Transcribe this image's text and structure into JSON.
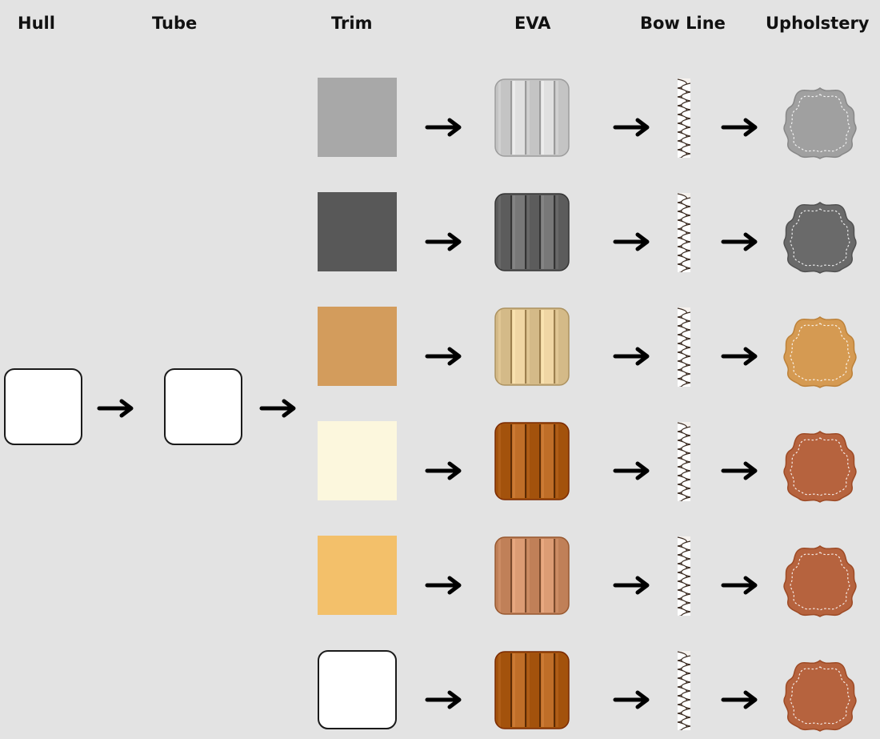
{
  "headers": {
    "hull": "Hull",
    "tube": "Tube",
    "trim": "Trim",
    "eva": "EVA",
    "bow_line": "Bow Line",
    "upholstery": "Upholstery"
  },
  "options": [
    {
      "trim_color": "#a8a8a8",
      "trim_style": "filled",
      "eva_color": "#c4c4c4",
      "eva_groove": "#9a9a9a",
      "leather_color": "#a0a0a0"
    },
    {
      "trim_color": "#585858",
      "trim_style": "filled",
      "eva_color": "#5c5c5c",
      "eva_groove": "#333333",
      "leather_color": "#6a6a6a"
    },
    {
      "trim_color": "#d39c5c",
      "trim_style": "filled",
      "eva_color": "#d4ba88",
      "eva_groove": "#9c7f4e",
      "leather_color": "#d59a52"
    },
    {
      "trim_color": "#fcf7dd",
      "trim_style": "filled",
      "eva_color": "#a3520c",
      "eva_groove": "#5a2a04",
      "leather_color": "#b6633e"
    },
    {
      "trim_color": "#f3c06a",
      "trim_style": "filled",
      "eva_color": "#c08058",
      "eva_groove": "#7a4a2c",
      "leather_color": "#b6633e"
    },
    {
      "trim_color": "#ffffff",
      "trim_style": "outlined",
      "eva_color": "#a3520c",
      "eva_groove": "#5a2a04",
      "leather_color": "#b6633e"
    }
  ],
  "icons": {
    "arrow": "right-arrow-icon",
    "eva": "eva-pad-icon",
    "rope": "rope-icon",
    "leather": "leather-hide-icon"
  }
}
